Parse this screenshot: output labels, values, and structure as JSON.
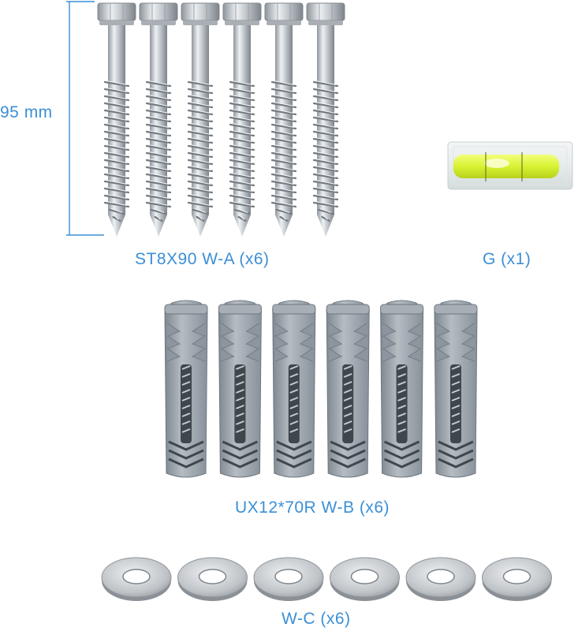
{
  "colors": {
    "label": "#3b8fd6",
    "dimension_line": "#3b8fd6",
    "screw": "#bfc4c9",
    "anchor": "#9aa3ab",
    "washer": "#c9cdd1",
    "level_bubble": "#d8f233"
  },
  "dimension": {
    "label": "95 mm"
  },
  "parts": {
    "screws": {
      "label": "ST8X90 W-A (x6)",
      "count": 6
    },
    "level": {
      "label": "G (x1)",
      "count": 1
    },
    "anchors": {
      "label": "UX12*70R W-B (x6)",
      "count": 6
    },
    "washers": {
      "label": "W-C (x6)",
      "count": 6
    }
  }
}
